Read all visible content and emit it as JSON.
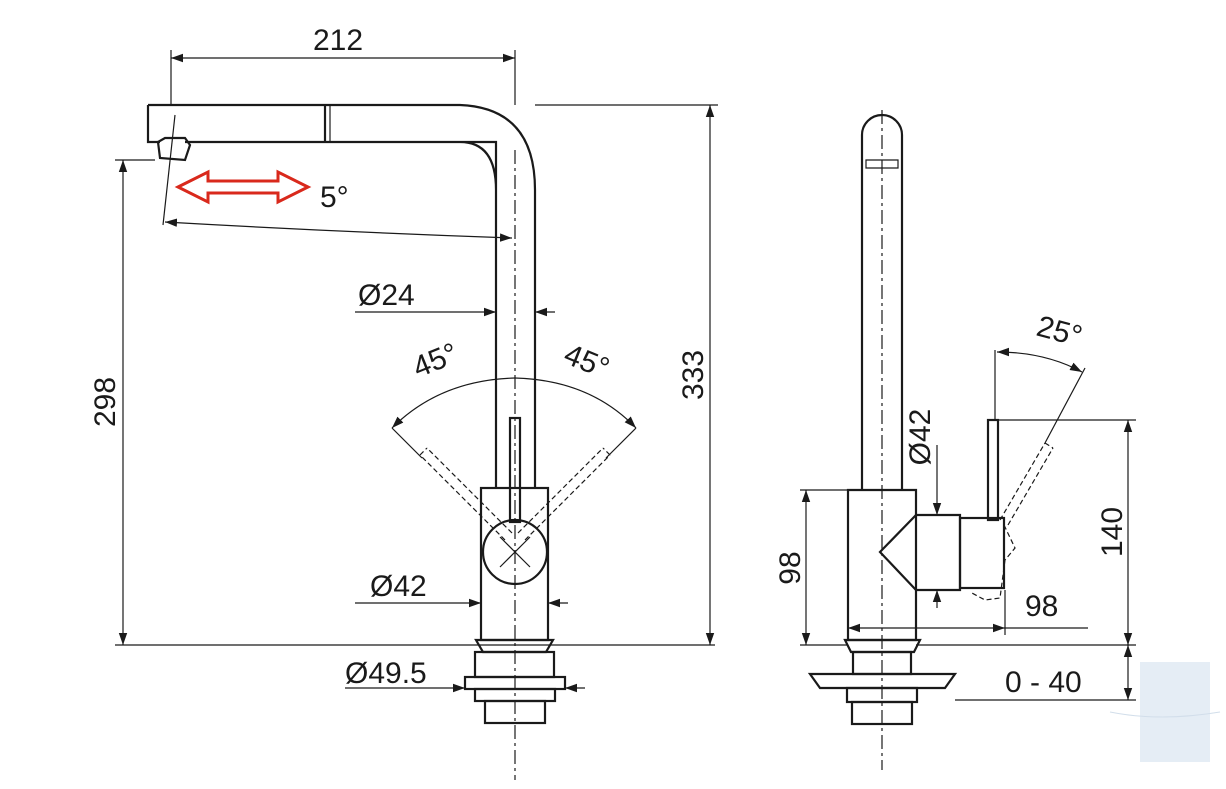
{
  "front_view": {
    "width_label": "212",
    "swivel_angle_label": "5°",
    "spout_diameter_label": "Ø24",
    "lever_angle_left_label": "45°",
    "lever_angle_right_label": "45°",
    "body_diameter_label": "Ø42",
    "base_diameter_label": "Ø49.5",
    "spout_height_label": "298",
    "total_height_label": "333"
  },
  "side_view": {
    "lever_angle_label": "25°",
    "body_diameter_label": "Ø42",
    "body_height_label": "98",
    "lever_height_label": "140",
    "lever_depth_label": "98",
    "deck_thickness_label": "0 - 40"
  },
  "colors": {
    "line": "#1a1a1a",
    "swivel_arrow": "#d9291c",
    "watermark": "#dfe9f3"
  }
}
